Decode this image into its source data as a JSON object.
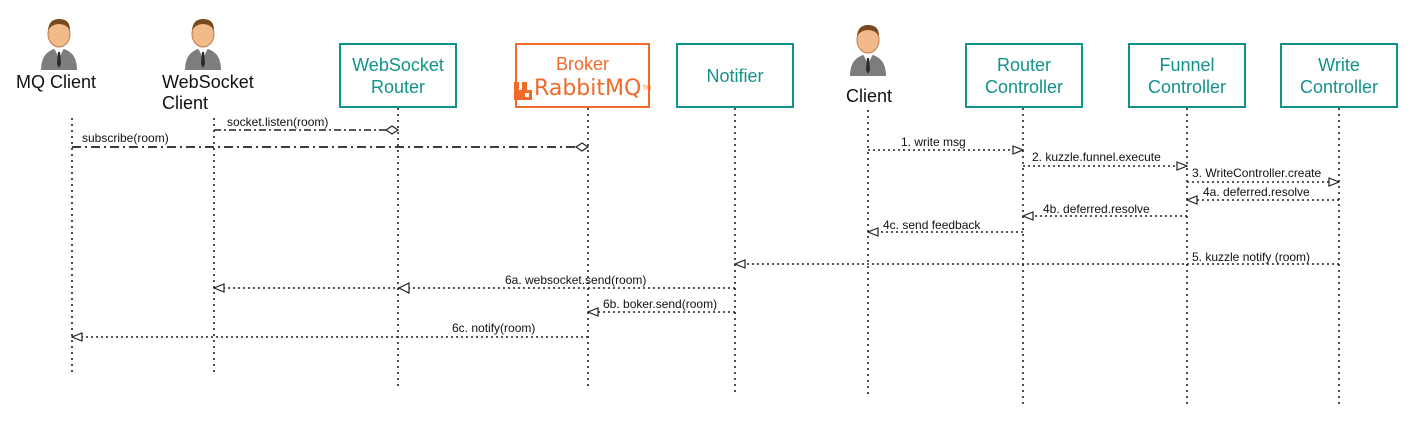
{
  "participants": {
    "mq_client": "MQ Client",
    "websocket_client_line1": "WebSocket",
    "websocket_client_line2": "Client",
    "websocket_router_line1": "WebSocket",
    "websocket_router_line2": "Router",
    "broker_title": "Broker",
    "broker_logo_text": "RabbitMQ",
    "broker_logo_tm": "TM",
    "notifier": "Notifier",
    "client": "Client",
    "router_controller_line1": "Router",
    "router_controller_line2": "Controller",
    "funnel_controller_line1": "Funnel",
    "funnel_controller_line2": "Controller",
    "write_controller_line1": "Write",
    "write_controller_line2": "Controller"
  },
  "messages": [
    {
      "id": "m1",
      "label": "socket.listen(room)"
    },
    {
      "id": "m2",
      "label": "subscribe(room)"
    },
    {
      "id": "m3",
      "label": "1. write msg"
    },
    {
      "id": "m4",
      "label": "2. kuzzle.funnel.execute"
    },
    {
      "id": "m5",
      "label": "3. WriteController.create"
    },
    {
      "id": "m6",
      "label": "4a. deferred.resolve"
    },
    {
      "id": "m7",
      "label": "4b. deferred.resolve"
    },
    {
      "id": "m8",
      "label": "4c. send feedback"
    },
    {
      "id": "m9",
      "label": "5. kuzzle notify (room)"
    },
    {
      "id": "m10",
      "label": "6a. websocket.send(room)"
    },
    {
      "id": "m11",
      "label": "6b. boker.send(room)"
    },
    {
      "id": "m12",
      "label": "6c. notify(room)"
    }
  ],
  "colors": {
    "box_border": "#13928a",
    "broker": "#f06a2a",
    "line": "#222222"
  }
}
